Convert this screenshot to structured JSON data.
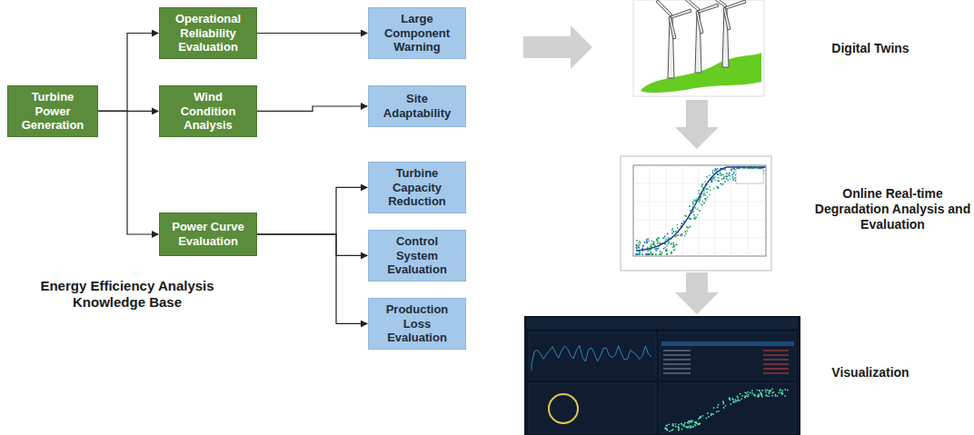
{
  "diagram": {
    "nodes": [
      {
        "text": [
          "Turbine Power Generation"
        ]
      },
      {
        "text": [
          "Operational Reliability Evaluation"
        ]
      },
      {
        "text": [
          "Large Component Warning"
        ]
      },
      {
        "text": [
          "Wind Condition Analysis"
        ]
      },
      {
        "text": [
          "Site Adaptability"
        ]
      },
      {
        "text": [
          "Power Curve Evaluation"
        ]
      },
      {
        "text": [
          "Turbine Capacity Reduction"
        ]
      },
      {
        "text": [
          "Control System Evaluation"
        ]
      },
      {
        "text": [
          "Production Loss Evaluation"
        ]
      }
    ],
    "edges": [
      {
        "from": 0,
        "to": 1,
        "arrow": "to"
      },
      {
        "from": 0,
        "to": 3,
        "arrow": "to"
      },
      {
        "from": 0,
        "to": 5,
        "arrow": "to"
      },
      {
        "from": 1,
        "to": 2,
        "arrow": "to"
      },
      {
        "from": 3,
        "to": 4,
        "arrow": "to"
      },
      {
        "from": 5,
        "to": 6,
        "arrow": "to"
      },
      {
        "from": 5,
        "to": 7,
        "arrow": "to"
      },
      {
        "from": 5,
        "to": 8,
        "arrow": "to"
      }
    ],
    "labels": [
      "Energy Efficiency Analysis Knowledge Base",
      "Digital Twins",
      "Online Real-time Degradation Analysis and Evaluation",
      "Visualization"
    ]
  }
}
